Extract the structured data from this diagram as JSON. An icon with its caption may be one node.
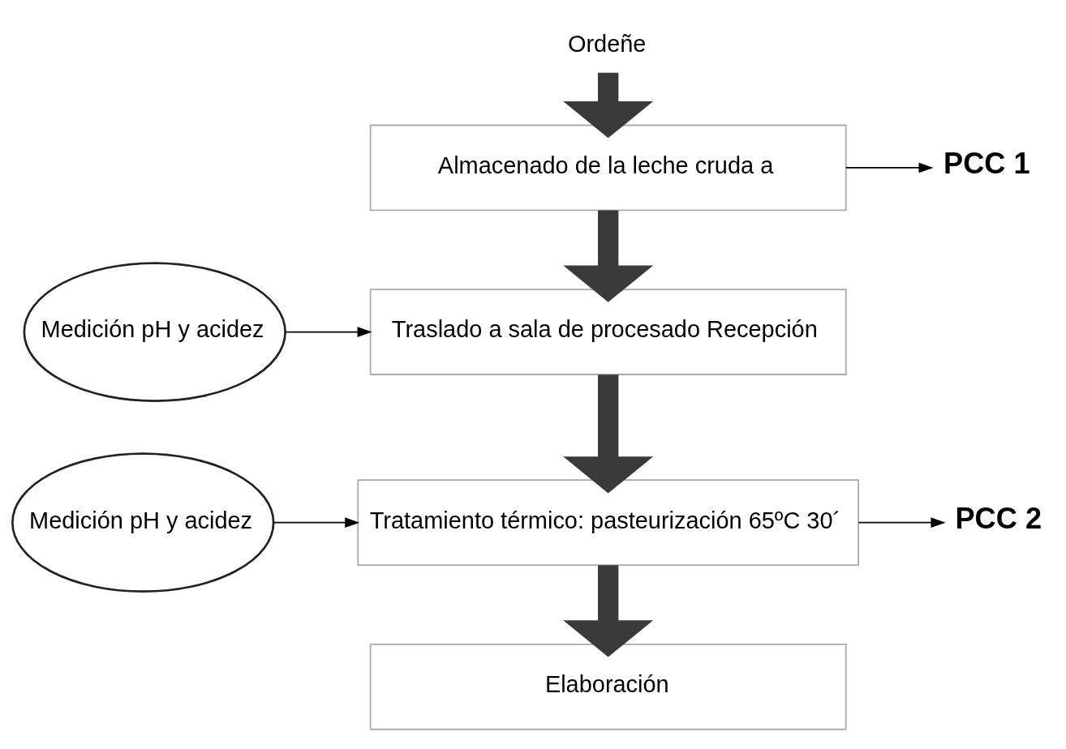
{
  "diagram": {
    "nodes": [
      {
        "text": [
          "Ordeñe"
        ]
      },
      {
        "text": [
          "Almacenado de la leche cruda a"
        ]
      },
      {
        "text": [
          "PCC 1"
        ]
      },
      {
        "text": [
          "Medición pH y acidez"
        ]
      },
      {
        "text": [
          "Traslado a sala de procesado Recepción"
        ]
      },
      {
        "text": [
          "Medición pH y acidez"
        ]
      },
      {
        "text": [
          "Tratamiento térmico: pasteurización 65ºC 30´"
        ]
      },
      {
        "text": [
          "PCC 2"
        ]
      },
      {
        "text": [
          "Elaboración"
        ]
      }
    ],
    "edges": [
      {
        "from": 0,
        "to": 1,
        "arrow": "to",
        "style": "thick",
        "color": "#3a3a3a"
      },
      {
        "from": 1,
        "to": 2,
        "arrow": "to"
      },
      {
        "from": 1,
        "to": 4,
        "arrow": "to",
        "style": "thick",
        "color": "#3a3a3a"
      },
      {
        "from": 3,
        "to": 4,
        "arrow": "to"
      },
      {
        "from": 4,
        "to": 6,
        "arrow": "to",
        "style": "thick",
        "color": "#3a3a3a"
      },
      {
        "from": 5,
        "to": 6,
        "arrow": "to"
      },
      {
        "from": 6,
        "to": 7,
        "arrow": "to"
      },
      {
        "from": 6,
        "to": 8,
        "arrow": "to",
        "style": "thick",
        "color": "#3a3a3a"
      }
    ]
  }
}
